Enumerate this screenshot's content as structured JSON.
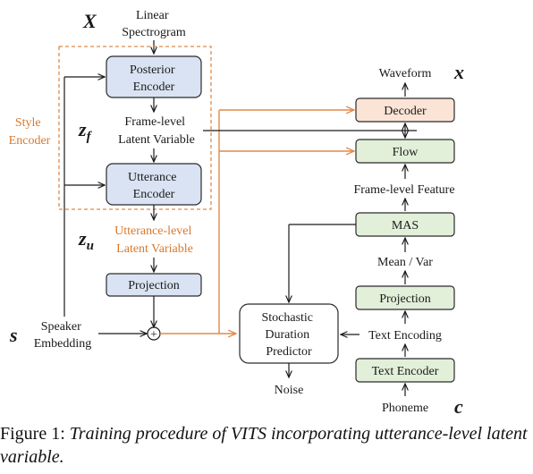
{
  "diagram": {
    "labels": {
      "x_symbol": "X",
      "linear_spectrogram": [
        "Linear",
        "Spectrogram"
      ],
      "posterior_encoder": [
        "Posterior",
        "Encoder"
      ],
      "style_encoder": [
        "Style",
        "Encoder"
      ],
      "zf_symbol": "z",
      "zf_sub": "f",
      "frame_level_latent": [
        "Frame-level",
        "Latent Variable"
      ],
      "utterance_encoder": [
        "Utterance",
        "Encoder"
      ],
      "zu_symbol": "z",
      "zu_sub": "u",
      "utterance_level_latent": [
        "Utterance-level",
        "Latent Variable"
      ],
      "projection_left": "Projection",
      "s_symbol": "s",
      "speaker_embedding": [
        "Speaker",
        "Embedding"
      ],
      "sum_symbol": "+",
      "waveform": "Waveform",
      "x_out_symbol": "x",
      "decoder": "Decoder",
      "flow": "Flow",
      "frame_level_feature": "Frame-level Feature",
      "mas": "MAS",
      "mean_var": "Mean / Var",
      "projection_right": "Projection",
      "stochastic_duration_predictor": [
        "Stochastic",
        "Duration",
        "Predictor"
      ],
      "text_encoding": "Text Encoding",
      "text_encoder": "Text Encoder",
      "noise": "Noise",
      "phoneme": "Phoneme",
      "c_symbol": "c"
    },
    "colors": {
      "encoder_blue": "#dae3f3",
      "flow_green": "#e2efd9",
      "decoder_peach": "#fbe3d6",
      "style_orange": "#d9782d"
    }
  },
  "caption": {
    "prefix": "Figure 1: ",
    "text": "Training procedure of VITS incorporating utterance-level latent variable."
  }
}
